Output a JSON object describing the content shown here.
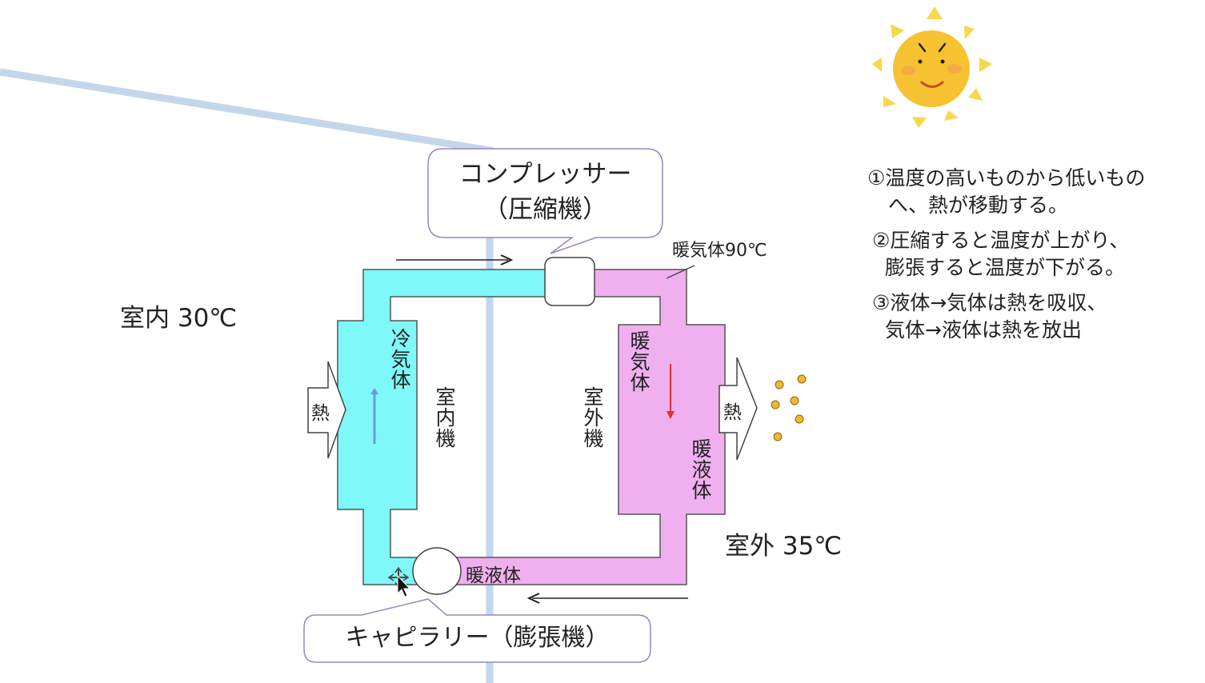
{
  "diagram": {
    "compressor_callout": {
      "line1": "コンプレッサー",
      "line2": "（圧縮機）"
    },
    "capillary_callout": "キャピラリー（膨張機）",
    "hot_gas_temp_label": "暖気体90℃",
    "indoor_temp_label": "室内 30℃",
    "outdoor_temp_label": "室外 35℃",
    "indoor_unit_label": "室内機",
    "outdoor_unit_label": "室外機",
    "cold_gas_label": "冷気体",
    "hot_gas_label": "暖気体",
    "hot_liquid_vertical_label": "暖液体",
    "hot_liquid_pipe_label": "暖液体",
    "heat_in_label": "熱",
    "heat_out_label": "熱",
    "colors": {
      "cold_pipe": "#7ef8f8",
      "hot_pipe": "#f0b0f0",
      "wall_line": "#c3d7ec",
      "callout_border": "#9a86c0",
      "cold_flow_arrow": "#6a9ae0",
      "hot_flow_arrow": "#e03030",
      "sun": "#f7c232",
      "heat_particles": "#f0b830"
    }
  },
  "notes": [
    {
      "line1": "①温度の高いものから低いもの",
      "line2": "へ、熱が移動する。"
    },
    {
      "line1": "②圧縮すると温度が上がり、",
      "line2": "膨張すると温度が下がる。"
    },
    {
      "line1": "③液体→気体は熱を吸収、",
      "line2": "気体→液体は熱を放出"
    }
  ],
  "icons": {
    "sun": "smiling-sun-icon",
    "cursor": "move-cursor-icon"
  }
}
